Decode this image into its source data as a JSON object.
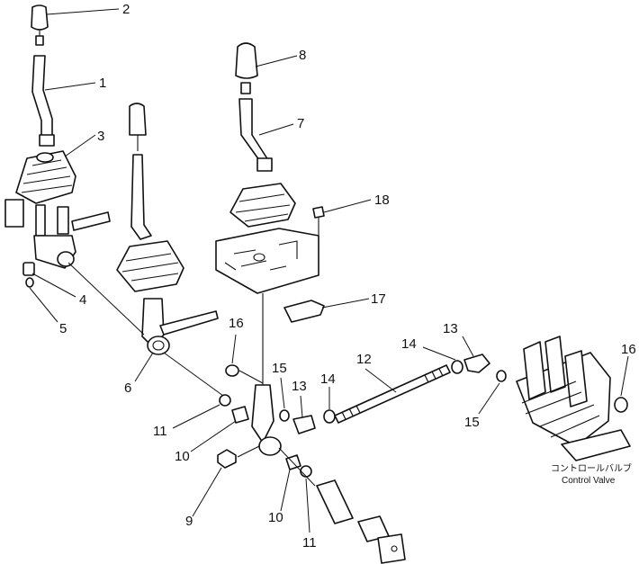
{
  "callouts": {
    "n1": "1",
    "n2": "2",
    "n3": "3",
    "n4": "4",
    "n5": "5",
    "n6": "6",
    "n7": "7",
    "n8": "8",
    "n9": "9",
    "n10a": "10",
    "n10b": "10",
    "n11a": "11",
    "n11b": "11",
    "n12": "12",
    "n13a": "13",
    "n13b": "13",
    "n14a": "14",
    "n14b": "14",
    "n15a": "15",
    "n15b": "15",
    "n16a": "16",
    "n16b": "16",
    "n17": "17",
    "n18": "18"
  },
  "valve": {
    "label_jp": "コントロールバルブ",
    "label_en": "Control Valve"
  }
}
